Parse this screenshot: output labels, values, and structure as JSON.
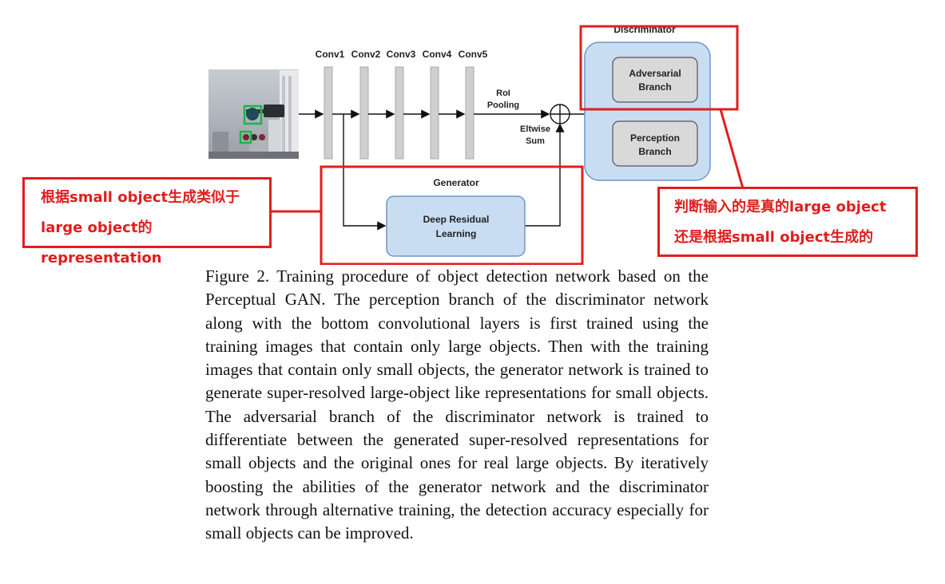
{
  "diagram": {
    "conv_labels": [
      "Conv1",
      "Conv2",
      "Conv3",
      "Conv4",
      "Conv5"
    ],
    "roi_pooling": [
      "RoI",
      "Pooling"
    ],
    "eltwise_sum": [
      "Eltwise",
      "Sum"
    ],
    "generator_title": "Generator",
    "generator_box": [
      "Deep Residual",
      "Learning"
    ],
    "discriminator_title": "Discriminator",
    "adversarial_branch": [
      "Adversarial",
      "Branch"
    ],
    "perception_branch": [
      "Perception",
      "Branch"
    ],
    "colors": {
      "box_fill": "#c9ddf2",
      "box_stroke": "#6a98c9",
      "branch_fill": "#d9d9d9",
      "conv_fill": "#cfcfcf",
      "bbox_green": "#1db548",
      "highlight_red": "#e01e1e"
    }
  },
  "annotations": {
    "left": [
      "根据small object生成类似于",
      "large object的representation"
    ],
    "right": [
      "判断输入的是真的large object",
      "还是根据small object生成的"
    ]
  },
  "caption": "Figure 2. Training procedure of object detection network based on the Perceptual GAN. The perception branch of the discriminator network along with the bottom convolutional layers is first trained using the training images that contain only large objects.  Then with the training images that contain only small objects, the generator network is trained to generate super-resolved large-object like representations for small objects.  The adversarial branch of the discriminator network is trained to differentiate between the generated super-resolved representations for small objects and the original ones for real large objects.  By iteratively boosting the abilities of the generator network and the discriminator network through alternative training, the detection accuracy especially for small objects can be improved."
}
